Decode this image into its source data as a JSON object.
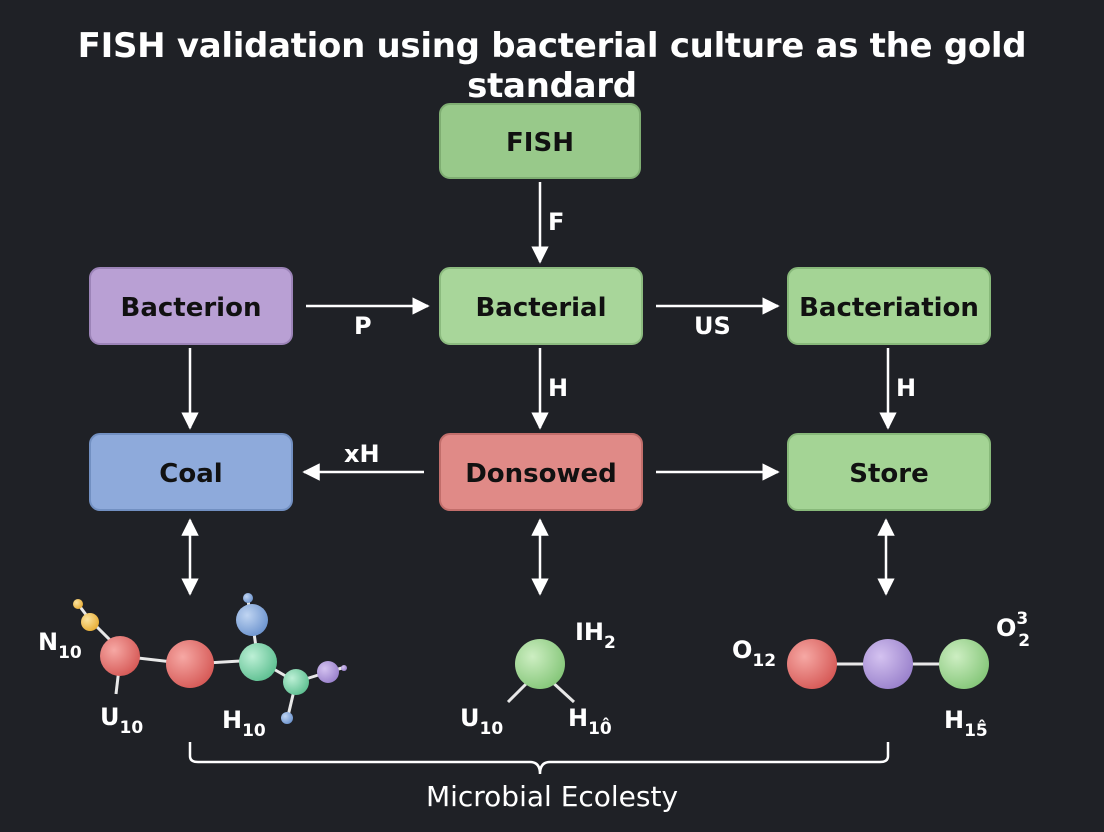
{
  "title": "FISH validation using bacterial culture as the gold standard",
  "nodes": {
    "fish": {
      "label": "FISH",
      "color": "#98c98a"
    },
    "bacterion": {
      "label": "Bacterion",
      "color": "#b9a0d4"
    },
    "bacterial": {
      "label": "Bacterial",
      "color": "#a8d69a"
    },
    "bacteriation": {
      "label": "Bacteriation",
      "color": "#a4d495"
    },
    "coal": {
      "label": "Coal",
      "color": "#8eaadb"
    },
    "donsowed": {
      "label": "Donsowed",
      "color": "#e08a87"
    },
    "store": {
      "label": "Store",
      "color": "#a4d495"
    }
  },
  "edges": {
    "fish_bacterial": "F",
    "bacterion_bacterial": "P",
    "bacterial_bacteriation": "US",
    "bacterial_donsowed": "H",
    "bacteriation_store": "H",
    "donsowed_coal": "xH"
  },
  "molecules": {
    "left": {
      "n_main": "N",
      "n_sub": "10",
      "u_main": "U",
      "u_sub": "10",
      "h_main": "H",
      "h_sub": "10"
    },
    "center": {
      "ih_main": "IH",
      "ih_sub": "2",
      "u_main": "U",
      "u_sub": "10",
      "h_main": "H",
      "h_sub": "10̂"
    },
    "right": {
      "o_main": "O",
      "o_sub": "12",
      "o2_main": "O",
      "o2_sup": "3",
      "o2_sub": "2",
      "h_main": "H",
      "h_sub": "15̂"
    }
  },
  "footer": "Microbial Ecolesty",
  "colors": {
    "background": "#1f2126",
    "atom_red": "#e06666",
    "atom_green": "#93d08a",
    "atom_purple": "#a98fd6",
    "atom_blue": "#7fa6dc",
    "atom_teal": "#6fcfa0",
    "atom_yellow": "#f2c14e"
  }
}
